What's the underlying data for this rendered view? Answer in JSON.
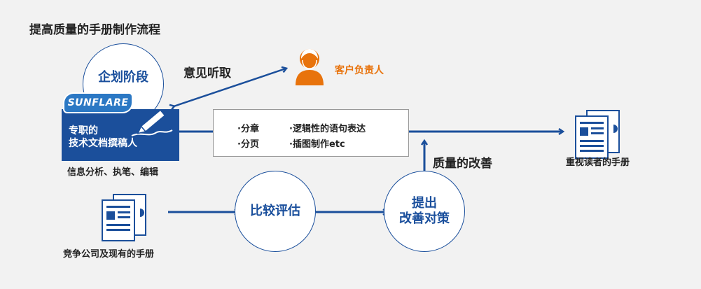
{
  "title": "提高质量的手册制作流程",
  "planning_stage": "企划阶段",
  "logo_text": "SUNFLARE",
  "writer": {
    "line1": "专职的",
    "line2": "技术文档撰稿人"
  },
  "writer_caption": "信息分析、执笔、编辑",
  "hearing_label": "意见听取",
  "client_label": "客户负责人",
  "content_items": [
    "·分章",
    "·逻辑性的语句表达",
    "·分页",
    "·插图制作etc"
  ],
  "improvement_label": "质量的改善",
  "reader_manual_label": "重视读者的手册",
  "competitor_label": "竞争公司及现有的手册",
  "compare_label": "比较评估",
  "propose_label": "提出\n改善对策",
  "colors": {
    "primary_blue": "#1b4f9b",
    "accent_orange": "#e8730c",
    "logo_blue": "#2b78c4",
    "background": "#f2f2f2"
  }
}
